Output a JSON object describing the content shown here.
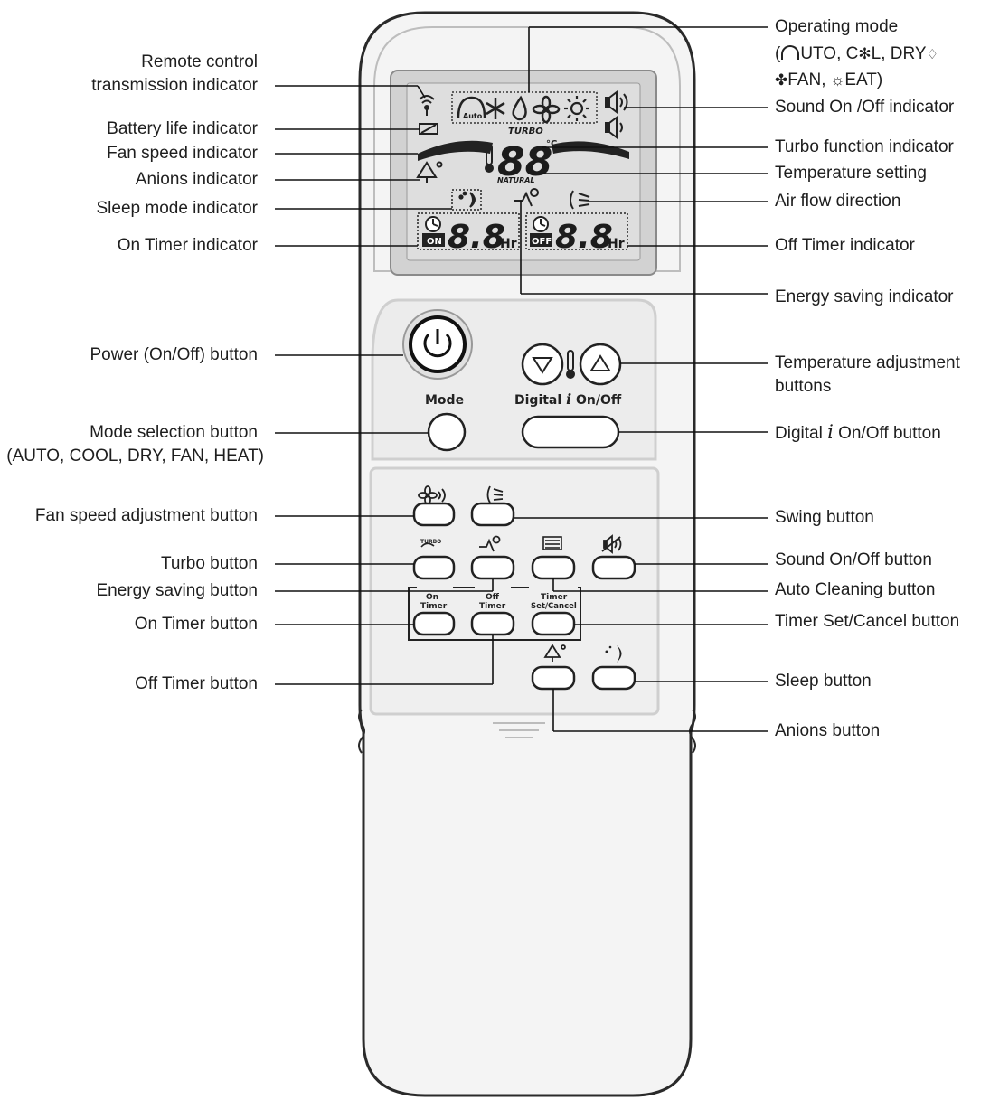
{
  "colors": {
    "body": "#f4f4f4",
    "outline": "#2a2a2a",
    "lcd_frame": "#d2d2d2",
    "lcd_screen": "#dedede",
    "panel": "#efefef"
  },
  "remote": {
    "lcd": {
      "mode_auto": "Auto",
      "turbo": "TURBO",
      "natural": "NATURAL",
      "temp_digits": "88",
      "deg": "°C",
      "on_timer_badge": "ON",
      "off_timer_badge": "OFF",
      "timer_digits": "8.8",
      "hr": "Hr"
    },
    "buttons": {
      "mode": "Mode",
      "digital_prefix": "Digital",
      "digital_i": "i",
      "digital_suffix": "On/Off",
      "on_timer_l1": "On",
      "on_timer_l2": "Timer",
      "off_timer_l1": "Off",
      "off_timer_l2": "Timer",
      "timer_set_l1": "Timer",
      "timer_set_l2": "Set/Cancel",
      "turbo_icon": "TURBO"
    },
    "icons": [
      "signal-icon",
      "battery-icon",
      "auto-mode-icon",
      "cool-icon",
      "dry-icon",
      "fan-icon",
      "heat-icon",
      "sound-on-icon",
      "sound-off-icon",
      "thermometer-icon",
      "anion-icon",
      "sleep-icon",
      "energy-saving-icon",
      "swing-icon",
      "fan-speed-icon",
      "turbo-icon",
      "auto-clean-icon",
      "mute-icon",
      "power-icon",
      "temp-down-icon",
      "temp-up-icon"
    ]
  },
  "labels_left": {
    "transmission_l1": "Remote control",
    "transmission_l2": "transmission indicator",
    "battery": "Battery life indicator",
    "fan_speed": "Fan speed indicator",
    "anions": "Anions indicator",
    "sleep_mode": "Sleep mode indicator",
    "on_timer": "On Timer indicator",
    "power_button": "Power (On/Off) button",
    "mode_l1": "Mode selection button",
    "mode_l2": "(AUTO, COOL, DRY, FAN, HEAT)",
    "fan_speed_button": "Fan speed adjustment button",
    "turbo_button": "Turbo button",
    "energy_button": "Energy saving button",
    "on_timer_button": "On Timer button",
    "off_timer_button": "Off Timer button"
  },
  "labels_right": {
    "operating_l1": "Operating mode",
    "operating_l2a": "(",
    "operating_l2b": "UTO,  C",
    "operating_l2c": "L,  DRY",
    "operating_l3a": "FAN, ",
    "operating_l3b": "EAT)",
    "sound_indicator": "Sound On /Off indicator",
    "turbo_indicator": "Turbo function indicator",
    "temp_setting": "Temperature setting",
    "air_flow": "Air flow direction",
    "off_timer": "Off Timer indicator",
    "energy_indicator": "Energy saving indicator",
    "temp_adjust_l1": "Temperature adjustment",
    "temp_adjust_l2": "buttons",
    "digital_prefix": "Digital ",
    "digital_i": "i",
    "digital_suffix": " On/Off button",
    "swing_button": "Swing button",
    "sound_button": "Sound On/Off button",
    "auto_clean": "Auto Cleaning button",
    "timer_set": "Timer Set/Cancel button",
    "sleep_button": "Sleep button",
    "anions_button": "Anions button"
  }
}
